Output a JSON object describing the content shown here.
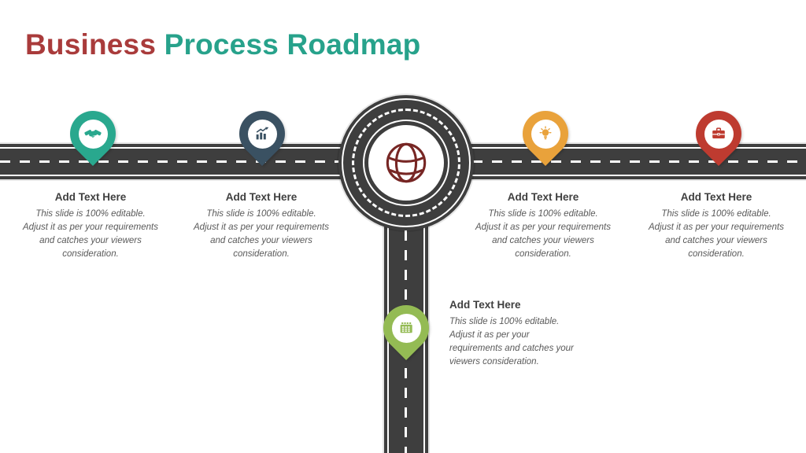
{
  "title": {
    "part1": "Business",
    "part2": "Process Roadmap"
  },
  "colors": {
    "title_red": "#A93B3B",
    "title_teal": "#27A28B",
    "road": "#3E3E3E",
    "road_marking": "#FFFFFF",
    "globe": "#772624",
    "heading_text": "#3F3F3F",
    "body_text": "#595959",
    "background": "#FFFFFF"
  },
  "roundabout": {
    "icon": "globe-icon"
  },
  "milestones": [
    {
      "heading": "Add Text Here",
      "body": "This slide is 100% editable. Adjust it as per your requirements and catches your viewers consideration.",
      "icon": "handshake-icon",
      "color": "#29A88E"
    },
    {
      "heading": "Add Text Here",
      "body": "This slide is 100% editable. Adjust it as per your requirements and catches your viewers consideration.",
      "icon": "bar-chart-icon",
      "color": "#3A5162"
    },
    {
      "heading": "Add Text Here",
      "body": "This slide is 100% editable. Adjust it as per your requirements and catches your viewers consideration.",
      "icon": "lightbulb-icon",
      "color": "#E9A23B"
    },
    {
      "heading": "Add Text Here",
      "body": "This slide is 100% editable. Adjust it as per your requirements and catches your viewers consideration.",
      "icon": "briefcase-icon",
      "color": "#BE3B30"
    },
    {
      "heading": "Add Text Here",
      "body": "This slide is 100% editable. Adjust it as per your requirements and catches your viewers consideration.",
      "icon": "calendar-icon",
      "color": "#94BB54"
    }
  ]
}
